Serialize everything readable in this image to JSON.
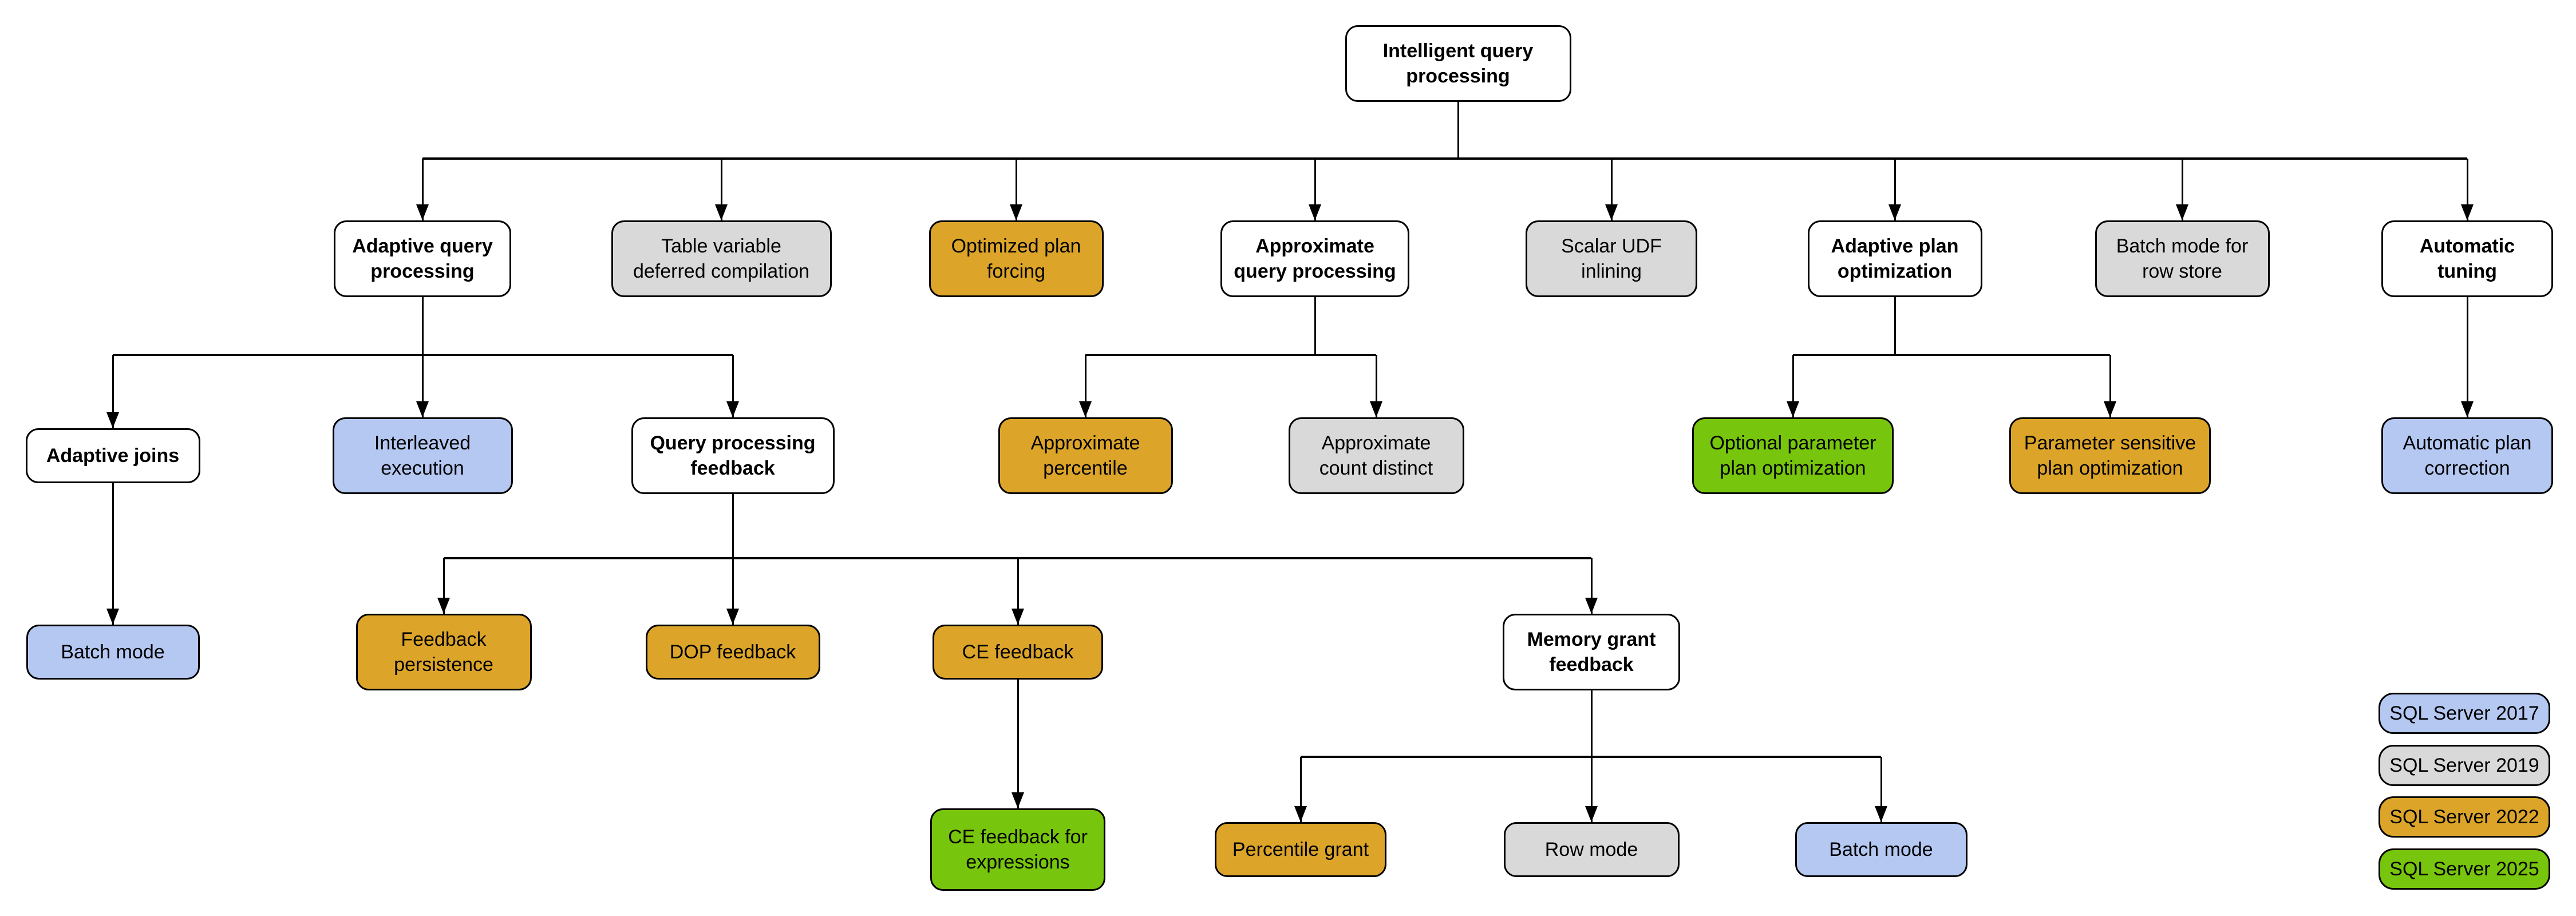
{
  "diagram": {
    "title": "Intelligent query processing",
    "colors": {
      "2017": "#B5C8F2",
      "2019": "#D9D9D9",
      "2022": "#DCA52A",
      "2025": "#77C50D",
      "none": "#FFFFFF"
    },
    "nodes": [
      {
        "id": "root",
        "label": "Intelligent query processing",
        "version": "none"
      },
      {
        "id": "aqp",
        "label": "Adaptive query processing",
        "version": "none"
      },
      {
        "id": "tvdc",
        "label": "Table variable deferred compilation",
        "version": "2019"
      },
      {
        "id": "opf",
        "label": "Optimized plan forcing",
        "version": "2022"
      },
      {
        "id": "aqproc",
        "label": "Approximate query processing",
        "version": "none"
      },
      {
        "id": "sudf",
        "label": "Scalar UDF inlining",
        "version": "2019"
      },
      {
        "id": "apo",
        "label": "Adaptive plan optimization",
        "version": "none"
      },
      {
        "id": "bmrs",
        "label": "Batch mode for row store",
        "version": "2019"
      },
      {
        "id": "at",
        "label": "Automatic tuning",
        "version": "none"
      },
      {
        "id": "aj",
        "label": "Adaptive joins",
        "version": "none"
      },
      {
        "id": "ie",
        "label": "Interleaved execution",
        "version": "2017"
      },
      {
        "id": "qpf",
        "label": "Query processing feedback",
        "version": "none"
      },
      {
        "id": "apct",
        "label": "Approximate percentile",
        "version": "2022"
      },
      {
        "id": "acd",
        "label": "Approximate count distinct",
        "version": "2019"
      },
      {
        "id": "oppo",
        "label": "Optional parameter plan optimization",
        "version": "2025"
      },
      {
        "id": "pspo",
        "label": "Parameter sensitive plan optimization",
        "version": "2022"
      },
      {
        "id": "apc",
        "label": "Automatic plan correction",
        "version": "2017"
      },
      {
        "id": "bm1",
        "label": "Batch mode",
        "version": "2017"
      },
      {
        "id": "fp",
        "label": "Feedback persistence",
        "version": "2022"
      },
      {
        "id": "dop",
        "label": "DOP feedback",
        "version": "2022"
      },
      {
        "id": "cef",
        "label": "CE feedback",
        "version": "2022"
      },
      {
        "id": "mgf",
        "label": "Memory grant feedback",
        "version": "none"
      },
      {
        "id": "cefe",
        "label": "CE feedback for expressions",
        "version": "2025"
      },
      {
        "id": "pg",
        "label": "Percentile grant",
        "version": "2022"
      },
      {
        "id": "rm",
        "label": "Row mode",
        "version": "2019"
      },
      {
        "id": "bm2",
        "label": "Batch mode",
        "version": "2017"
      }
    ],
    "legend": [
      {
        "label": "SQL Server 2017",
        "version": "2017"
      },
      {
        "label": "SQL Server 2019",
        "version": "2019"
      },
      {
        "label": "SQL Server 2022",
        "version": "2022"
      },
      {
        "label": "SQL Server 2025",
        "version": "2025"
      }
    ]
  }
}
